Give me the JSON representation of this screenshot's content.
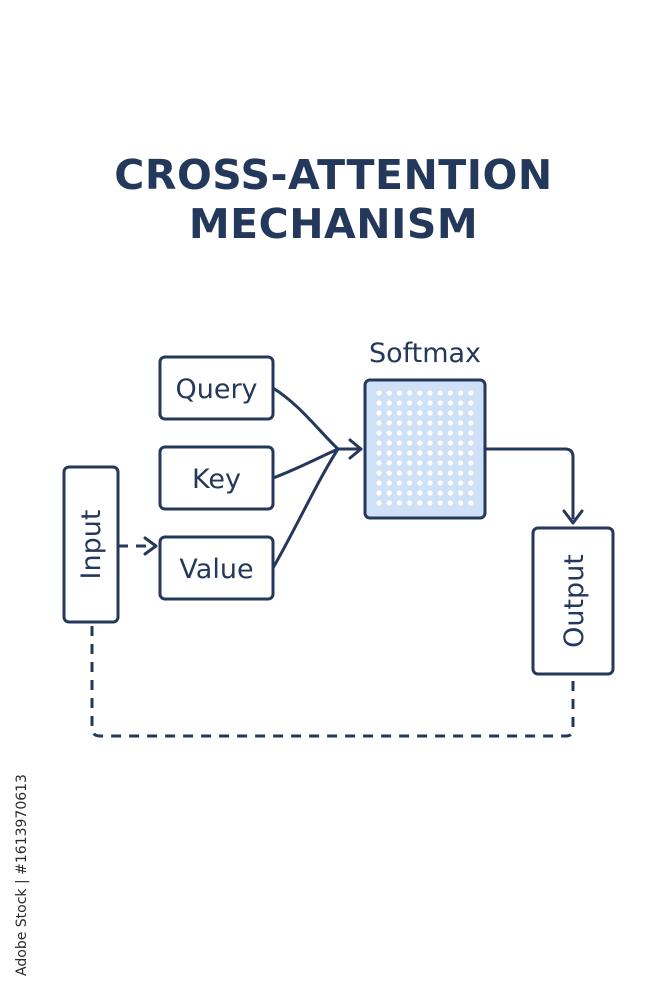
{
  "title": {
    "line1": "CROSS-ATTENTION",
    "line2": "MECHANISM"
  },
  "nodes": {
    "input": "Input",
    "query": "Query",
    "key": "Key",
    "value": "Value",
    "softmax": "Softmax",
    "output": "Output"
  },
  "colors": {
    "ink": "#24385b",
    "matrix_fill": "#cfe1f6",
    "matrix_dots": "#ffffff"
  },
  "watermark": {
    "id_text": "Adobe Stock | #1613970613"
  }
}
